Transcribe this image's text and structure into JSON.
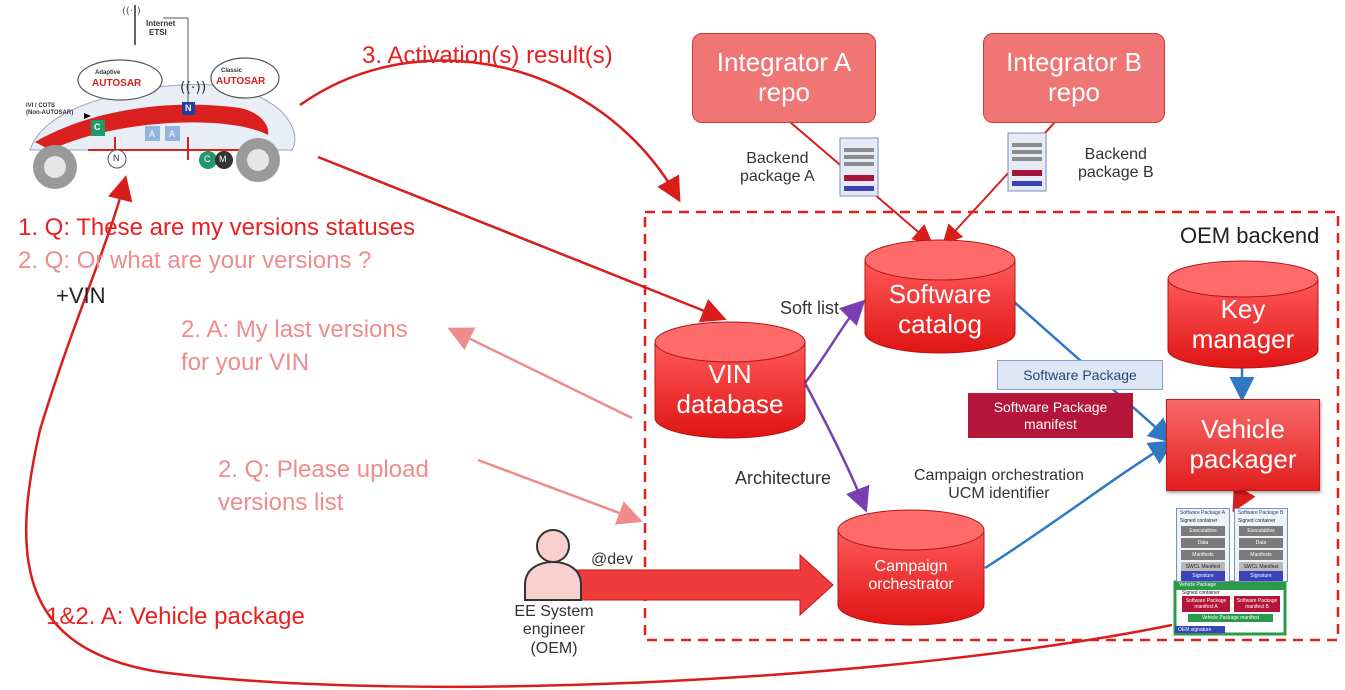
{
  "labels": {
    "activation_result": "3. Activation(s) result(s)",
    "q1": "1. Q: These are my versions statuses",
    "q2": "2. Q: Or what are your versions ?",
    "vin_suffix": "+VIN",
    "a2_line1": "2. A: My last versions",
    "a2_line2": "for your VIN",
    "q2_upload_line1": "2. Q: Please upload",
    "q2_upload_line2": "versions list",
    "a12": "1&2. A: Vehicle package",
    "backend_a_line1": "Backend",
    "backend_a_line2": "package A",
    "backend_b_line1": "Backend",
    "backend_b_line2": "package B",
    "oem_backend": "OEM backend",
    "soft_list": "Soft list",
    "architecture": "Architecture",
    "campaign_orch_line1": "Campaign orchestration",
    "campaign_orch_line2": "UCM identifier",
    "at_dev": "@dev",
    "ee_line1": "EE System",
    "ee_line2": "engineer",
    "ee_line3": "(OEM)"
  },
  "nodes": {
    "integrator_a_line1": "Integrator A",
    "integrator_a_line2": "repo",
    "integrator_b_line1": "Integrator B",
    "integrator_b_line2": "repo",
    "software_catalog_line1": "Software",
    "software_catalog_line2": "catalog",
    "key_manager_line1": "Key",
    "key_manager_line2": "manager",
    "vin_db_line1": "VIN",
    "vin_db_line2": "database",
    "vehicle_packager_line1": "Vehicle",
    "vehicle_packager_line2": "packager",
    "campaign_orch_line1": "Campaign",
    "campaign_orch_line2": "orchestrator",
    "software_package": "Software Package",
    "sp_manifest_line1": "Software Package",
    "sp_manifest_line2": "manifest"
  },
  "car": {
    "internet": "Internet",
    "etsi": "ETSI",
    "adaptive": "Adaptive",
    "classic": "Classic",
    "autosar": "AUTOSAR",
    "ivi_line1": "IVI / COTS",
    "ivi_line2": "(Non-AUTOSAR)",
    "ecu_c": "C",
    "ecu_a": "A",
    "ecu_n": "N",
    "ecu_m": "M"
  },
  "packages": {
    "sp_a_title": "Software Package A",
    "sp_b_title": "Software Package B",
    "signed_container": "Signed container",
    "executables": "Executables",
    "data": "Data",
    "manifests": "Manifests",
    "swcl_manifest": "SWCL Manifest",
    "signature": "Signature",
    "vehicle_package": "Vehicle Package",
    "vp_manifest": "Vehicle Package manifest",
    "oem_signature": "OEM signature",
    "sp_manifest_a": "Software Package manifest A",
    "sp_manifest_b": "Software Package manifest B"
  },
  "colors": {
    "red": "#e8201f",
    "pink": "#ee8c8c",
    "purple": "#7a3fb0",
    "blue": "#2f78c4",
    "integrator_fill": "#f07575"
  }
}
